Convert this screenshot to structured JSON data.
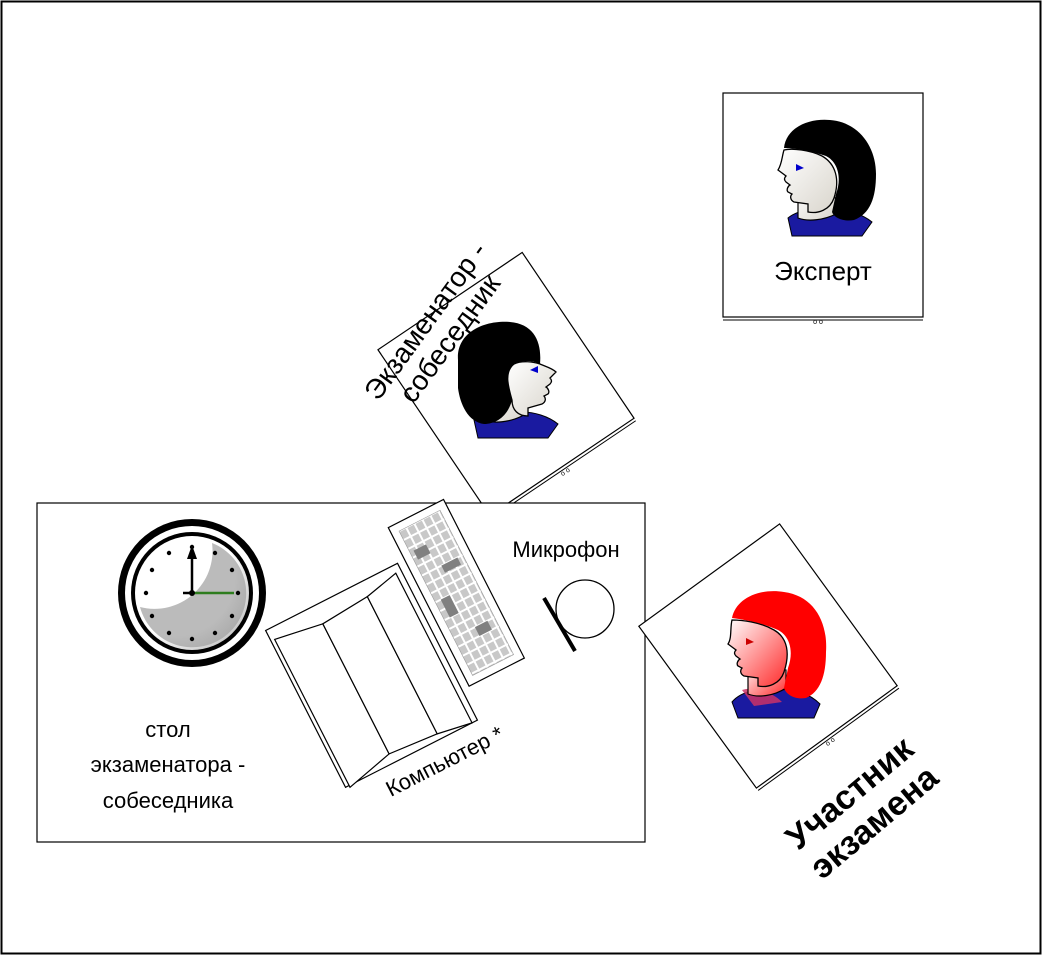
{
  "labels": {
    "expert": "Эксперт",
    "examiner_line1": "Экзаменатор -",
    "examiner_line2": "собеседник",
    "microphone": "Микрофон",
    "computer": "Компьютер *",
    "table_line1": "стол",
    "table_line2": "экзаменатора -",
    "table_line3": "собеседника",
    "participant_line1": "Участник",
    "participant_line2": "экзамена"
  },
  "icons": {
    "expert": "person-head-icon",
    "examiner": "person-head-icon",
    "participant": "person-head-icon",
    "clock": "wall-clock-icon",
    "computer": "desktop-computer-icon",
    "microphone": "microphone-icon"
  },
  "colors": {
    "hair_black": "#000000",
    "hair_red": "#ff0000",
    "shirt_blue": "#1a1aa0",
    "eye_blue": "#0000cc",
    "eye_red": "#cc0000",
    "clock_hand_green": "#2e7d1e"
  }
}
